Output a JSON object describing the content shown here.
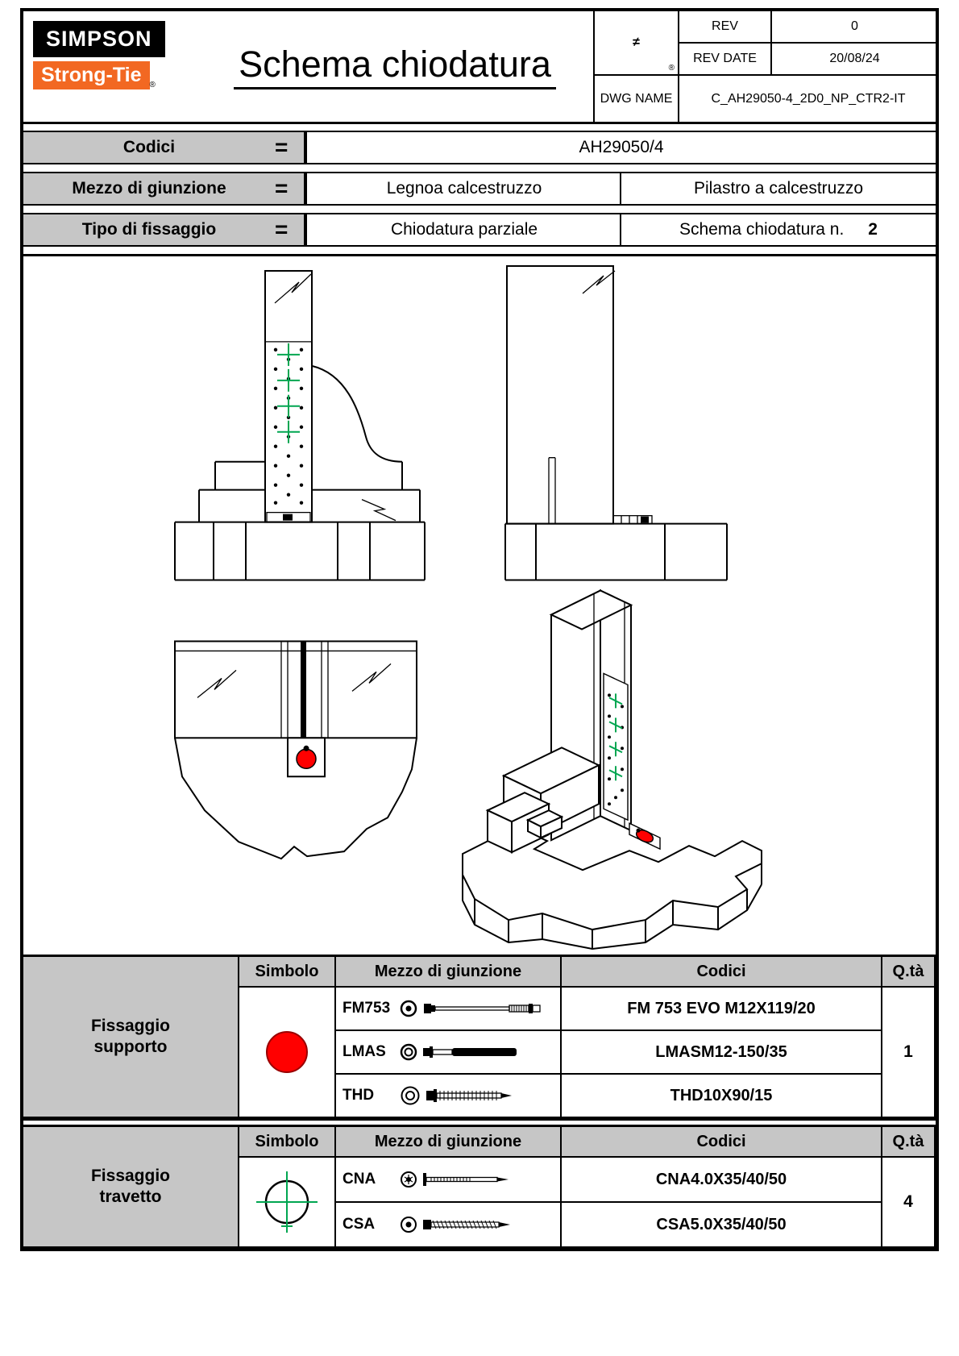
{
  "colors": {
    "brand_orange": "#f26822",
    "symbol_red": "#ff0000",
    "cross_green": "#00a651",
    "header_gray": "#c6c6c6"
  },
  "header": {
    "logo_line1": "SIMPSON",
    "logo_line2": "Strong-Tie",
    "logo_reg": "®",
    "title": "Schema chiodatura",
    "brand_symbol": "≠",
    "brand_reg": "®",
    "rev_label": "REV",
    "rev_value": "0",
    "rev_date_label": "REV DATE",
    "rev_date_value": "20/08/24",
    "dwg_label": "DWG NAME",
    "dwg_value": "C_AH29050-4_2D0_NP_CTR2-IT"
  },
  "info_rows": [
    {
      "label": "Codici",
      "eq": "=",
      "value1": "AH29050/4"
    },
    {
      "label": "Mezzo di giunzione",
      "eq": "=",
      "value1": "Legnoa calcestruzzo",
      "value2": "Pilastro a calcestruzzo"
    },
    {
      "label": "Tipo di fissaggio",
      "eq": "=",
      "value1": "Chiodatura parziale",
      "value2": "Schema chiodatura n.",
      "value2_num": "2"
    }
  ],
  "support_table": {
    "group": "Fissaggio supporto",
    "headers": [
      "Simbolo",
      "Mezzo di giunzione",
      "Codici",
      "Q.tà"
    ],
    "rows": [
      {
        "name": "FM753",
        "code": "FM 753 EVO M12X119/20"
      },
      {
        "name": "LMAS",
        "code": "LMASM12-150/35"
      },
      {
        "name": "THD",
        "code": "THD10X90/15"
      }
    ],
    "qty": "1"
  },
  "beam_table": {
    "group": "Fissaggio travetto",
    "headers": [
      "Simbolo",
      "Mezzo di giunzione",
      "Codici",
      "Q.tà"
    ],
    "rows": [
      {
        "name": "CNA",
        "code": "CNA4.0X35/40/50"
      },
      {
        "name": "CSA",
        "code": "CSA5.0X35/40/50"
      }
    ],
    "qty": "4"
  }
}
